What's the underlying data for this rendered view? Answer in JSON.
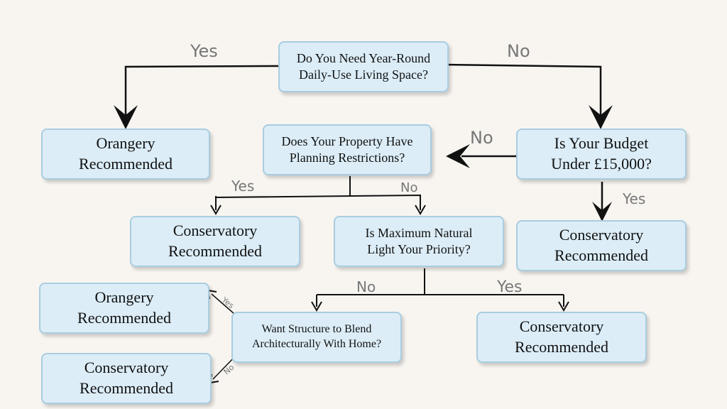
{
  "nodes": {
    "q_year_round": "Do You Need Year-Round\nDaily-Use Living Space?",
    "r_orangery_1": "Orangery\nRecommended",
    "q_budget": "Is Your Budget\nUnder £15,000?",
    "q_planning": "Does Your Property Have\nPlanning Restrictions?",
    "r_conservatory_1": "Conservatory\nRecommended",
    "r_conservatory_2": "Conservatory\nRecommended",
    "q_light": "Is Maximum Natural\nLight Your Priority?",
    "q_blend": "Want Structure to Blend\nArchitecturally With Home?",
    "r_orangery_2": "Orangery\nRecommended",
    "r_conservatory_3": "Conservatory\nRecommended",
    "r_conservatory_4": "Conservatory\nRecommended"
  },
  "edge_labels": {
    "year_round_yes": "Yes",
    "year_round_no": "No",
    "budget_no": "No",
    "budget_yes": "Yes",
    "planning_yes": "Yes",
    "planning_no": "No",
    "light_no": "No",
    "light_yes": "Yes",
    "blend_yes": "Yes",
    "blend_no": "No"
  }
}
